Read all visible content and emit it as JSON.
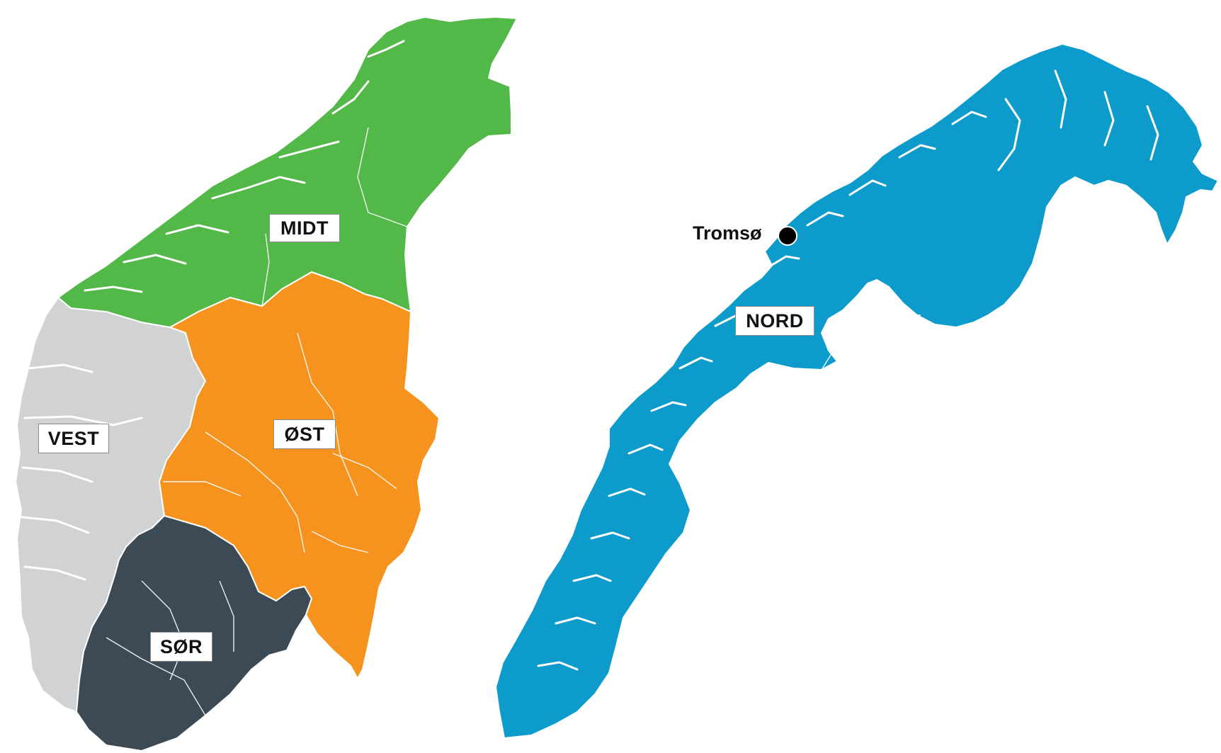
{
  "regions": [
    {
      "id": "midt",
      "label": "MIDT",
      "color": "#52b848"
    },
    {
      "id": "vest",
      "label": "VEST",
      "color": "#d1d2d4"
    },
    {
      "id": "ost",
      "label": "ØST",
      "color": "#f5931e"
    },
    {
      "id": "sor",
      "label": "SØR",
      "color": "#3b4a55"
    },
    {
      "id": "nord",
      "label": "NORD",
      "color": "#0d9bcb"
    }
  ],
  "city": {
    "name": "Tromsø",
    "marker_color": "#000000"
  },
  "colors": {
    "border": "#ffffff",
    "label_border": "#8a8a8a",
    "text": "#111111"
  }
}
